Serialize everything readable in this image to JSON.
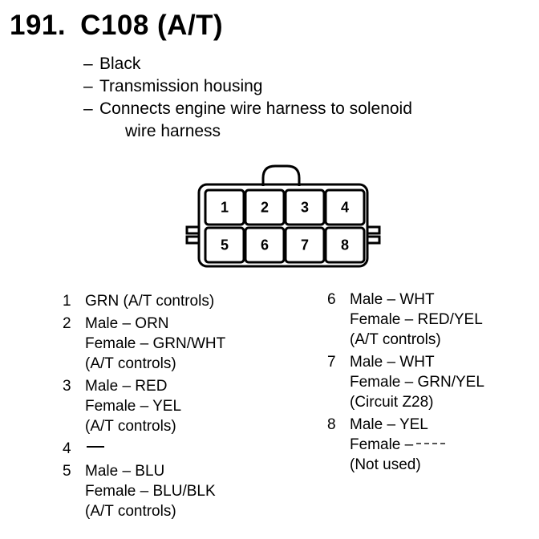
{
  "title": {
    "number": "191.",
    "connector": "C108 (A/T)"
  },
  "description": [
    {
      "dash": "–",
      "text": "Black",
      "indent": false
    },
    {
      "dash": "–",
      "text": "Transmission housing",
      "indent": false
    },
    {
      "dash": "–",
      "text": "Connects engine wire harness to solenoid",
      "indent": false
    },
    {
      "dash": "",
      "text": "wire harness",
      "indent": true
    }
  ],
  "connector_pins": [
    "1",
    "2",
    "3",
    "4",
    "5",
    "6",
    "7",
    "8"
  ],
  "pins_left": [
    {
      "num": "1",
      "lines": [
        "GRN (A/T controls)"
      ]
    },
    {
      "num": "2",
      "lines": [
        "Male – ORN",
        "Female – GRN/WHT",
        "(A/T controls)"
      ]
    },
    {
      "num": "3",
      "lines": [
        "Male – RED",
        "Female – YEL",
        "(A/T controls)"
      ]
    },
    {
      "num": "4",
      "lines": []
    },
    {
      "num": "5",
      "lines": [
        "Male – BLU",
        "Female – BLU/BLK",
        "(A/T controls)"
      ]
    }
  ],
  "pins_right": [
    {
      "num": "6",
      "lines": [
        "Male – WHT",
        "Female – RED/YEL",
        "(A/T controls)"
      ]
    },
    {
      "num": "7",
      "lines": [
        "Male – WHT",
        "Female – GRN/YEL",
        "(Circuit Z28)"
      ]
    },
    {
      "num": "8",
      "lines": [
        "Male – YEL",
        "Female –",
        "(Not used)"
      ]
    }
  ]
}
